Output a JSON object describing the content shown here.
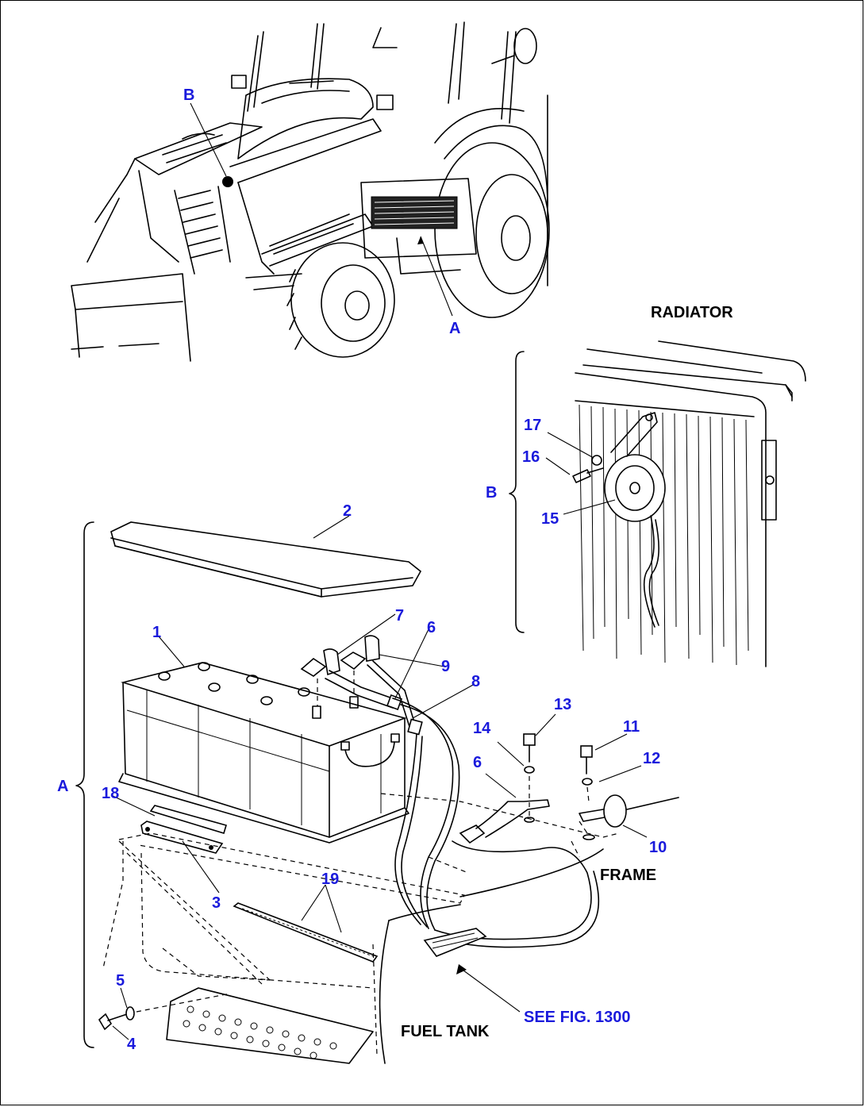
{
  "labels": {
    "radiator": "RADIATOR",
    "frame": "FRAME",
    "fuel_tank": "FUEL TANK",
    "see_fig": "SEE FIG. 1300"
  },
  "callouts": {
    "A_top": "A",
    "B_top": "B",
    "A_bracket": "A",
    "B_bracket": "B",
    "n1": "1",
    "n2": "2",
    "n3": "3",
    "n4": "4",
    "n5": "5",
    "n6a": "6",
    "n6b": "6",
    "n7": "7",
    "n8": "8",
    "n9": "9",
    "n10": "10",
    "n11": "11",
    "n12": "12",
    "n13": "13",
    "n14": "14",
    "n15": "15",
    "n16": "16",
    "n17": "17",
    "n18": "18",
    "n19": "19"
  },
  "colors": {
    "callout": "#1a1adc",
    "line": "#000000",
    "background": "#ffffff"
  }
}
